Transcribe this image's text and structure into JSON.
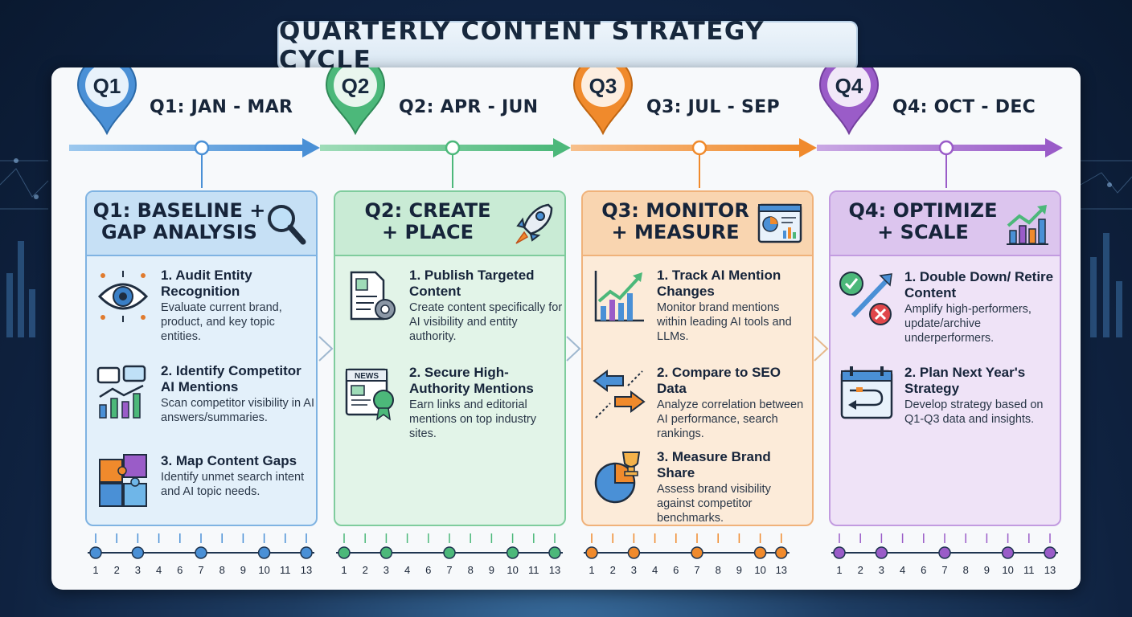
{
  "title": "QUARTERLY CONTENT STRATEGY CYCLE",
  "colors": {
    "q1": "#4a90d6",
    "q2": "#4cb87a",
    "q3": "#f08a2c",
    "q4": "#9a5cc8"
  },
  "quarters": [
    {
      "badge": "Q1",
      "label": "Q1: JAN - MAR",
      "heading_line1": "Q1: BASELINE +",
      "heading_line2": "GAP ANALYSIS",
      "heading_icon": "magnifier-icon",
      "items": [
        {
          "title": "1. Audit Entity Recognition",
          "desc": "Evaluate current brand, product, and key topic entities.",
          "icon": "eye-icon"
        },
        {
          "title": "2. Identify Competitor AI Mentions",
          "desc": "Scan competitor visibility in AI answers/summaries.",
          "icon": "chat-bars-icon"
        },
        {
          "title": "3. Map Content Gaps",
          "desc": "Identify unmet search intent and AI topic needs.",
          "icon": "puzzle-icon"
        }
      ],
      "ticks": [
        "1",
        "2",
        "3",
        "4",
        "6",
        "7",
        "8",
        "9",
        "10",
        "11",
        "13"
      ]
    },
    {
      "badge": "Q2",
      "label": "Q2: APR - JUN",
      "heading_line1": "Q2: CREATE",
      "heading_line2": "+ PLACE",
      "heading_icon": "rocket-icon",
      "items": [
        {
          "title": "1. Publish Targeted Content",
          "desc": "Create content specifically for AI visibility and entity authority.",
          "icon": "document-gear-icon"
        },
        {
          "title": "2. Secure High-Authority Mentions",
          "desc": "Earn links and editorial mentions on top industry sites.",
          "icon": "news-award-icon"
        }
      ],
      "ticks": [
        "1",
        "2",
        "3",
        "4",
        "6",
        "7",
        "8",
        "9",
        "10",
        "11",
        "13"
      ]
    },
    {
      "badge": "Q3",
      "label": "Q3: JUL - SEP",
      "heading_line1": "Q3: MONITOR",
      "heading_line2": "+ MEASURE",
      "heading_icon": "dashboard-icon",
      "items": [
        {
          "title": "1. Track AI Mention Changes",
          "desc": "Monitor brand mentions within leading AI tools and LLMs.",
          "icon": "trend-chart-icon"
        },
        {
          "title": "2. Compare to SEO Data",
          "desc": "Analyze correlation between AI performance, search rankings.",
          "icon": "compare-arrows-icon"
        },
        {
          "title": "3. Measure Brand Share",
          "desc": "Assess brand visibility against competitor benchmarks.",
          "icon": "pie-trophy-icon"
        }
      ],
      "ticks": [
        "1",
        "2",
        "3",
        "4",
        "6",
        "7",
        "8",
        "9",
        "10",
        "13"
      ]
    },
    {
      "badge": "Q4",
      "label": "Q4: OCT - DEC",
      "heading_line1": "Q4: OPTIMIZE",
      "heading_line2": "+ SCALE",
      "heading_icon": "growth-chart-icon",
      "items": [
        {
          "title": "1. Double Down/ Retire Content",
          "desc": "Amplify high-performers, update/archive underperformers.",
          "icon": "check-cross-icon"
        },
        {
          "title": "2. Plan Next Year's Strategy",
          "desc": "Develop strategy based on Q1-Q3 data and insights.",
          "icon": "calendar-plan-icon"
        }
      ],
      "ticks": [
        "1",
        "2",
        "3",
        "4",
        "6",
        "7",
        "8",
        "9",
        "10",
        "11",
        "13"
      ]
    }
  ]
}
